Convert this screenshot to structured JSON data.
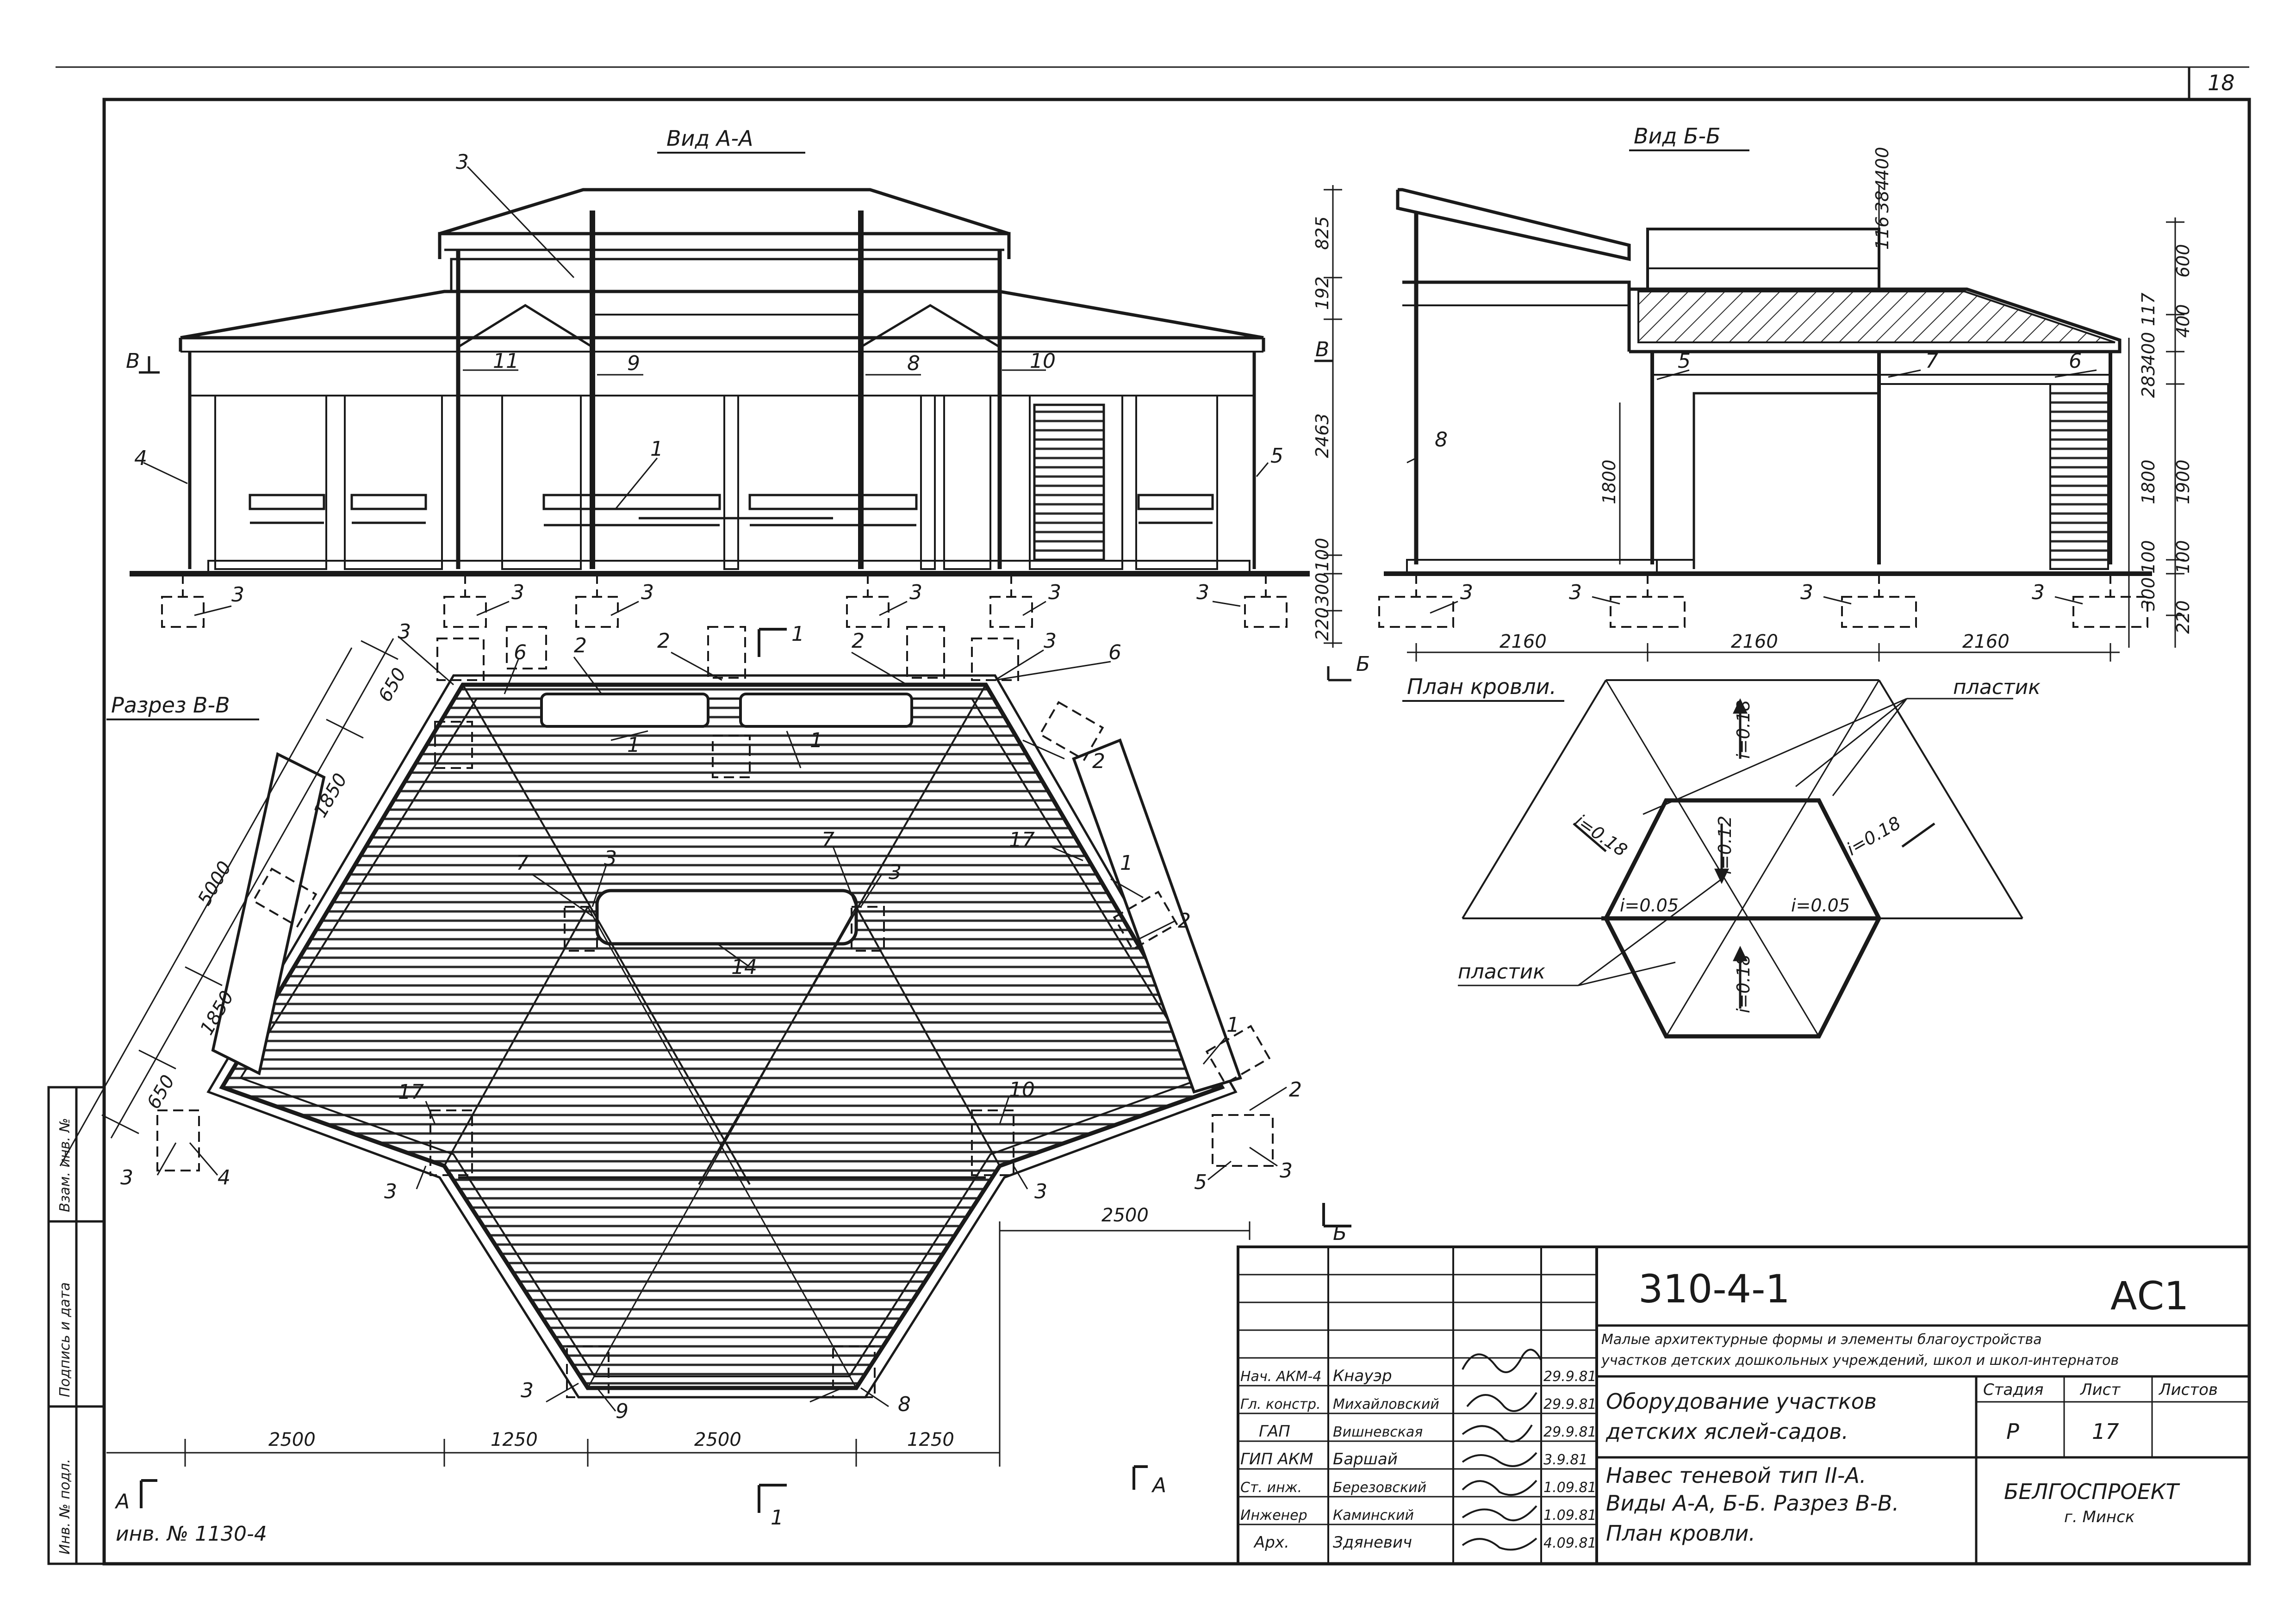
{
  "sheet": {
    "page_number": "18",
    "inventory": "инв. № 1130-4"
  },
  "side_stamp": {
    "col1": "Инв. № подл.",
    "col2": "Подпись и дата",
    "col3": "Взам. инв. №"
  },
  "view_aa": {
    "title": "Вид А-А",
    "markers": [
      "3",
      "4",
      "5",
      "8",
      "9",
      "10",
      "11",
      "1"
    ],
    "foundation_marks": [
      "3",
      "3",
      "3",
      "3",
      "3",
      "3"
    ],
    "section_mark": "В",
    "dims_right": [
      "825",
      "192",
      "2463",
      "100",
      "220",
      "300"
    ]
  },
  "view_bb": {
    "title": "Вид Б-Б",
    "markers": [
      "8",
      "5",
      "7",
      "6"
    ],
    "foundation_marks": [
      "3",
      "3",
      "3",
      "3"
    ],
    "dims_bottom": [
      "2160",
      "2160",
      "2160"
    ],
    "dims_mid": [
      "1800"
    ],
    "dims_right_top": [
      "116",
      "384",
      "400"
    ],
    "dims_right": [
      "600",
      "400",
      "400",
      "117",
      "283",
      "1800",
      "1900",
      "100",
      "100",
      "300",
      "220"
    ],
    "section_mark": "Б"
  },
  "section_bb": {
    "title": "Разрез В-В",
    "markers": [
      "3",
      "6",
      "2",
      "2",
      "2",
      "1",
      "1",
      "3",
      "6",
      "2",
      "17",
      "1",
      "2",
      "7",
      "3",
      "7",
      "3",
      "14",
      "1",
      "2",
      "17",
      "10",
      "3",
      "4",
      "3",
      "5",
      "3",
      "3",
      "9",
      "3",
      "8"
    ],
    "dims_left": [
      "650",
      "1850",
      "5000",
      "1850",
      "650"
    ],
    "dims_bottom": [
      "2500",
      "1250",
      "2500",
      "1250"
    ],
    "dim_right": "2500",
    "cut_marks": [
      "1",
      "1",
      "Б",
      "А",
      "А"
    ]
  },
  "roof_plan": {
    "title": "План кровли.",
    "material_top": "пластик",
    "material_bottom": "пластик",
    "slopes": [
      "i=0.18",
      "i=0.18",
      "i=0.18",
      "i=0.12",
      "i=0.05",
      "i=0.05",
      "i=0.18"
    ]
  },
  "title_block": {
    "code": "310-4-1",
    "sheet_code": "АС1",
    "series_line1": "Малые архитектурные формы и элементы благоустройства",
    "series_line2": "участков детских дошкольных учреждений, школ и школ-интернатов",
    "project_line1": "Оборудование участков",
    "project_line2": "детских яслей-садов.",
    "drawing_line1": "Навес теневой тип II-А.",
    "drawing_line2": "Виды А-А, Б-Б. Разрез В-В.",
    "drawing_line3": "План кровли.",
    "stage_label": "Стадия",
    "sheet_label": "Лист",
    "sheets_label": "Листов",
    "stage_value": "Р",
    "sheet_value": "17",
    "org_line1": "БЕЛГОСПРОЕКТ",
    "org_line2": "г. Минск",
    "staff": [
      {
        "role": "Нач. АКМ-4",
        "name": "Кнауэр",
        "date": "29.9.81"
      },
      {
        "role": "Гл. констр.",
        "name": "Михайловский",
        "date": "29.9.81"
      },
      {
        "role": "ГАП",
        "name": "Вишневская",
        "date": "29.9.81"
      },
      {
        "role": "ГИП АКМ",
        "name": "Баршай",
        "date": "3.9.81"
      },
      {
        "role": "Ст. инж.",
        "name": "Березовский",
        "date": "1.09.81"
      },
      {
        "role": "Инженер",
        "name": "Каминский",
        "date": "1.09.81"
      },
      {
        "role": "Арх.",
        "name": "Здяневич",
        "date": "4.09.81"
      }
    ]
  }
}
